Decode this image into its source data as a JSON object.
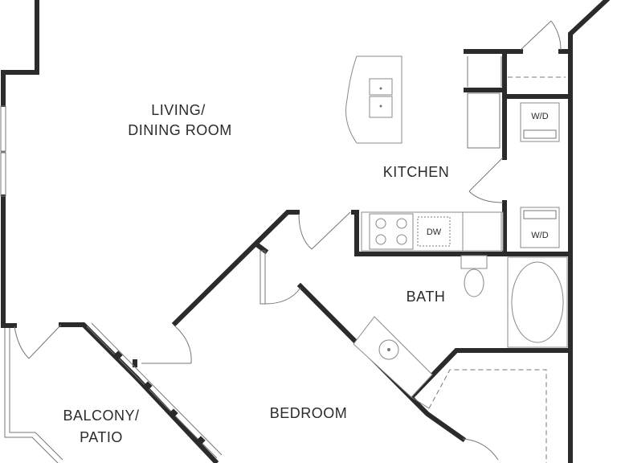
{
  "rooms": {
    "living_line1": "LIVING/",
    "living_line2": "DINING ROOM",
    "kitchen": "KITCHEN",
    "bath": "BATH",
    "bedroom": "BEDROOM",
    "balcony_line1": "BALCONY/",
    "balcony_line2": "PATIO"
  },
  "appliances": {
    "dishwasher": "DW",
    "washer_dryer_top": "W/D",
    "washer_dryer_bottom": "W/D"
  }
}
